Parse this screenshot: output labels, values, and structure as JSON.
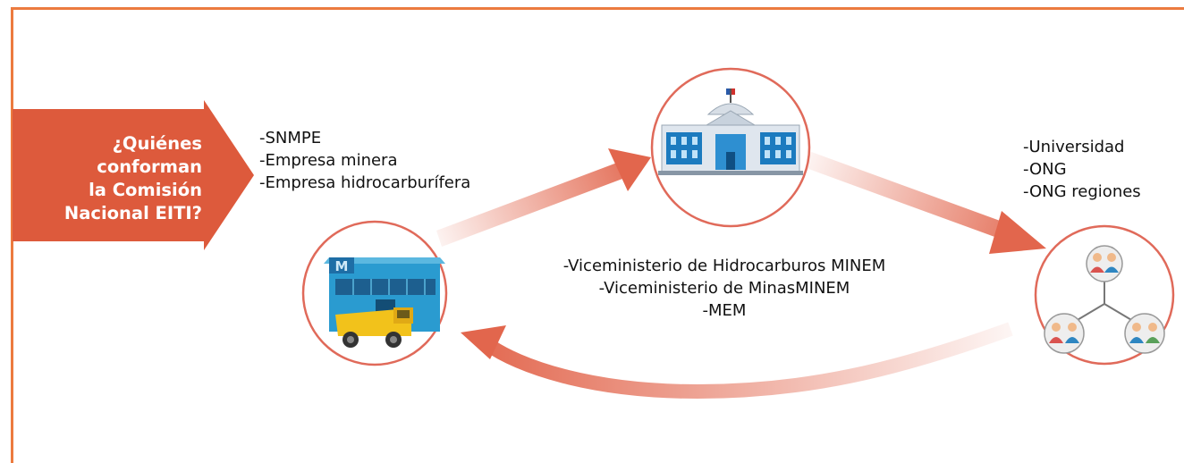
{
  "banner": {
    "lines": [
      "¿Quiénes",
      "conforman",
      "la Comisión",
      "Nacional EITI?"
    ],
    "color": "#dd5a3c"
  },
  "groups": {
    "industry": [
      "-SNMPE",
      "-Empresa minera",
      "-Empresa hidrocarburífera"
    ],
    "government": [
      "-Viceministerio de Hidrocarburos MINEM",
      "-Viceministerio de MinasMINEM",
      "-MEM"
    ],
    "civil_society": [
      "-Universidad",
      "-ONG",
      "-ONG regiones"
    ]
  },
  "nodes": [
    {
      "id": "mining",
      "icon": "mining-truck-building-icon"
    },
    {
      "id": "government",
      "icon": "government-building-icon"
    },
    {
      "id": "civil-society",
      "icon": "people-network-icon"
    }
  ],
  "colors": {
    "frame": "#ec7b3f",
    "circle": "#e06a5a",
    "arrow": "#e2664d",
    "text": "#111111"
  }
}
